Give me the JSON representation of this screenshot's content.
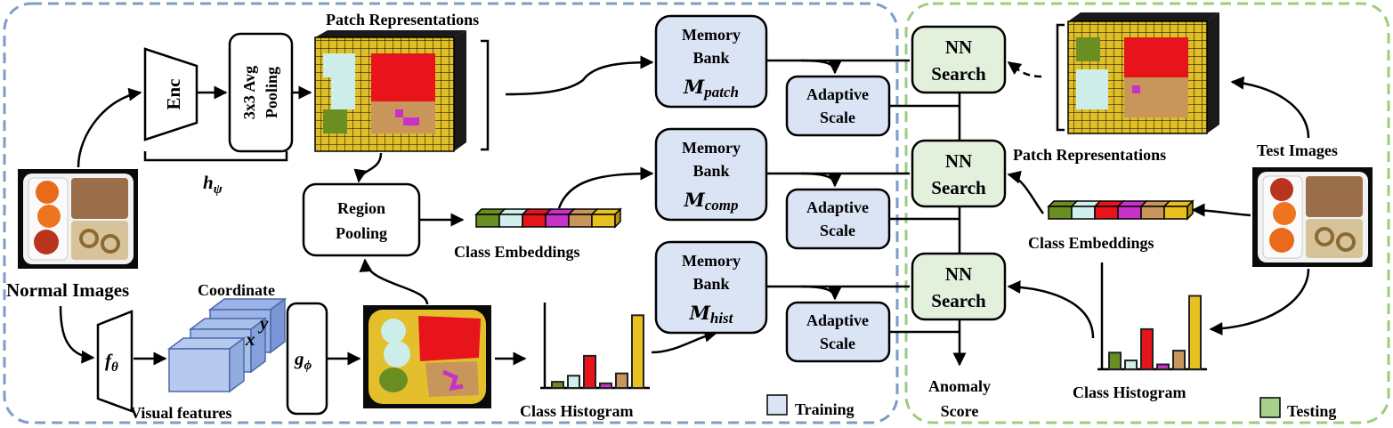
{
  "training_region": {
    "legend_label": "Training",
    "legend_color": "#dbe4f5",
    "border_color": "#7f9cc8"
  },
  "testing_region": {
    "legend_label": "Testing",
    "legend_color": "#a8d08d",
    "border_color": "#9ccc7c"
  },
  "labels": {
    "patch_representations_left": "Patch Representations",
    "patch_representations_right": "Patch Representations",
    "enc": "Enc",
    "pooling_line1": "3x3 Avg",
    "pooling_line2": "Pooling",
    "h_psi": "h",
    "h_psi_sub": "ψ",
    "region_pooling_line1": "Region",
    "region_pooling_line2": "Pooling",
    "class_embeddings_left": "Class Embeddings",
    "class_embeddings_right": "Class Embeddings",
    "normal_images": "Normal Images",
    "test_images": "Test Images",
    "coordinate": "Coordinate",
    "coord_x": "x",
    "coord_y": "y",
    "f_theta": "f",
    "f_theta_sub": "θ",
    "g_phi": "g",
    "g_phi_sub": "ϕ",
    "visual_features": "Visual features",
    "class_histogram_left": "Class Histogram",
    "class_histogram_right": "Class Histogram",
    "anomaly_score_line1": "Anomaly",
    "anomaly_score_line2": "Score"
  },
  "memory_banks": [
    {
      "line1": "Memory",
      "line2": "Bank",
      "symbol": "M",
      "subscript": "patch"
    },
    {
      "line1": "Memory",
      "line2": "Bank",
      "symbol": "M",
      "subscript": "comp"
    },
    {
      "line1": "Memory",
      "line2": "Bank",
      "symbol": "M",
      "subscript": "hist"
    }
  ],
  "adaptive_scale": [
    {
      "line1": "Adaptive",
      "line2": "Scale"
    },
    {
      "line1": "Adaptive",
      "line2": "Scale"
    },
    {
      "line1": "Adaptive",
      "line2": "Scale"
    }
  ],
  "nn_search": [
    {
      "line1": "NN",
      "line2": "Search"
    },
    {
      "line1": "NN",
      "line2": "Search"
    },
    {
      "line1": "NN",
      "line2": "Search"
    }
  ],
  "class_colors": [
    "#6b8e23",
    "#d0f0ec",
    "#e8141c",
    "#c832c8",
    "#c8965a",
    "#e8c020"
  ],
  "histogram_left_values": [
    0.08,
    0.16,
    0.42,
    0.06,
    0.19,
    0.95
  ],
  "histogram_right_values": [
    0.17,
    0.09,
    0.41,
    0.05,
    0.19,
    0.75
  ]
}
